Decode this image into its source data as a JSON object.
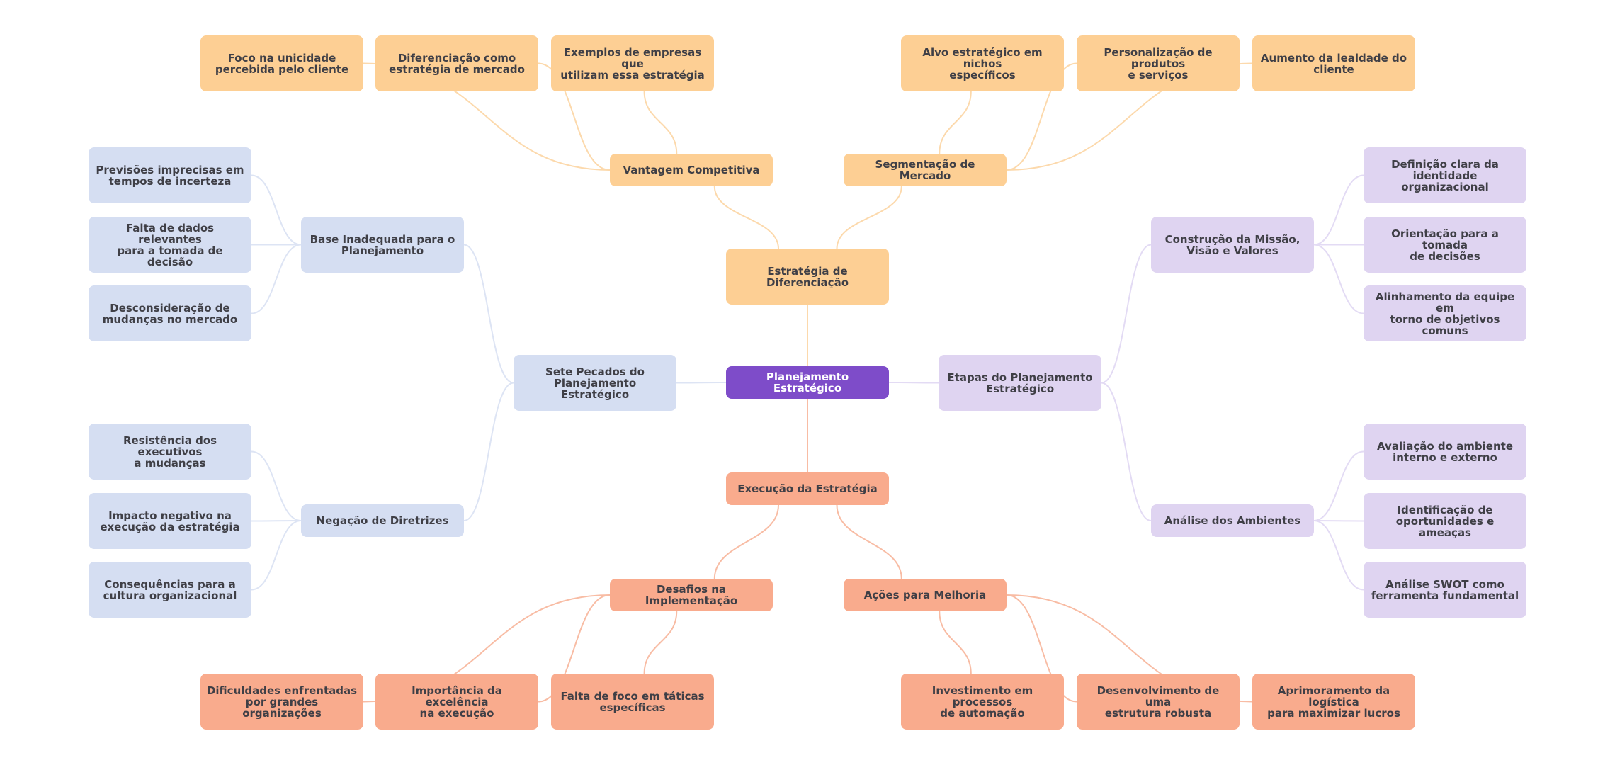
{
  "diagram": {
    "type": "mind-map",
    "colors": {
      "root": "#7E4CC9",
      "orange": "#FDCF94",
      "orange_edge": "#FCD9AC",
      "salmon": "#F9AB8D",
      "salmon_edge": "#F8BCA4",
      "blue": "#D5DEF2",
      "blue_edge": "#DDE4F4",
      "lavender": "#DFD4F1",
      "lavender_edge": "#E3DBF4",
      "text": "#3F3F46",
      "root_text": "#FFFFFF"
    },
    "root": {
      "id": "root",
      "label": "Planejamento Estratégico"
    },
    "nodes": [
      {
        "id": "dif",
        "parent": "root",
        "color": "orange",
        "label": "Estratégia de\nDiferenciação"
      },
      {
        "id": "vant",
        "parent": "dif",
        "color": "orange",
        "label": "Vantagem Competitiva"
      },
      {
        "id": "foco",
        "parent": "vant",
        "color": "orange",
        "label": "Foco na unicidade\npercebida pelo cliente"
      },
      {
        "id": "difmerc",
        "parent": "vant",
        "color": "orange",
        "label": "Diferenciação como\nestratégia de mercado"
      },
      {
        "id": "exemplos",
        "parent": "vant",
        "color": "orange",
        "label": "Exemplos de empresas que\nutilizam essa estratégia"
      },
      {
        "id": "seg",
        "parent": "dif",
        "color": "orange",
        "label": "Segmentação de Mercado"
      },
      {
        "id": "alvo",
        "parent": "seg",
        "color": "orange",
        "label": "Alvo estratégico em nichos\nespecíficos"
      },
      {
        "id": "pers",
        "parent": "seg",
        "color": "orange",
        "label": "Personalização de produtos\ne serviços"
      },
      {
        "id": "lealdade",
        "parent": "seg",
        "color": "orange",
        "label": "Aumento da lealdade do\ncliente"
      },
      {
        "id": "sete",
        "parent": "root",
        "color": "blue",
        "label": "Sete Pecados do\nPlanejamento Estratégico"
      },
      {
        "id": "base",
        "parent": "sete",
        "color": "blue",
        "label": "Base Inadequada para o\nPlanejamento"
      },
      {
        "id": "previsoes",
        "parent": "base",
        "color": "blue",
        "label": "Previsões imprecisas em\ntempos de incerteza"
      },
      {
        "id": "faltadados",
        "parent": "base",
        "color": "blue",
        "label": "Falta de dados relevantes\npara a tomada de decisão"
      },
      {
        "id": "descons",
        "parent": "base",
        "color": "blue",
        "label": "Desconsideração de\nmudanças no mercado"
      },
      {
        "id": "negacao",
        "parent": "sete",
        "color": "blue",
        "label": "Negação de Diretrizes"
      },
      {
        "id": "resist",
        "parent": "negacao",
        "color": "blue",
        "label": "Resistência dos executivos\na mudanças"
      },
      {
        "id": "impacto",
        "parent": "negacao",
        "color": "blue",
        "label": "Impacto negativo na\nexecução da estratégia"
      },
      {
        "id": "conseq",
        "parent": "negacao",
        "color": "blue",
        "label": "Consequências para a\ncultura organizacional"
      },
      {
        "id": "etapas",
        "parent": "root",
        "color": "lavender",
        "label": "Etapas do Planejamento\nEstratégico"
      },
      {
        "id": "constr",
        "parent": "etapas",
        "color": "lavender",
        "label": "Construção da Missão,\nVisão e Valores"
      },
      {
        "id": "definicao",
        "parent": "constr",
        "color": "lavender",
        "label": "Definição clara da\nidentidade organizacional"
      },
      {
        "id": "orient",
        "parent": "constr",
        "color": "lavender",
        "label": "Orientação para a tomada\nde decisões"
      },
      {
        "id": "alinh",
        "parent": "constr",
        "color": "lavender",
        "label": "Alinhamento da equipe em\ntorno de objetivos comuns"
      },
      {
        "id": "analise",
        "parent": "etapas",
        "color": "lavender",
        "label": "Análise dos Ambientes"
      },
      {
        "id": "avaliacao",
        "parent": "analise",
        "color": "lavender",
        "label": "Avaliação do ambiente\ninterno e externo"
      },
      {
        "id": "identif",
        "parent": "analise",
        "color": "lavender",
        "label": "Identificação de\noportunidades e ameaças"
      },
      {
        "id": "swot",
        "parent": "analise",
        "color": "lavender",
        "label": "Análise SWOT como\nferramenta fundamental"
      },
      {
        "id": "exec",
        "parent": "root",
        "color": "salmon",
        "label": "Execução da Estratégia"
      },
      {
        "id": "desafios",
        "parent": "exec",
        "color": "salmon",
        "label": "Desafios na Implementação"
      },
      {
        "id": "dificuld",
        "parent": "desafios",
        "color": "salmon",
        "label": "Dificuldades enfrentadas\npor grandes organizações"
      },
      {
        "id": "import",
        "parent": "desafios",
        "color": "salmon",
        "label": "Importância da excelência\nna execução"
      },
      {
        "id": "faltafoco",
        "parent": "desafios",
        "color": "salmon",
        "label": "Falta de foco em táticas\nespecíficas"
      },
      {
        "id": "acoes",
        "parent": "exec",
        "color": "salmon",
        "label": "Ações para Melhoria"
      },
      {
        "id": "invest",
        "parent": "acoes",
        "color": "salmon",
        "label": "Investimento em processos\nde automação"
      },
      {
        "id": "desenv",
        "parent": "acoes",
        "color": "salmon",
        "label": "Desenvolvimento de uma\nestrutura robusta"
      },
      {
        "id": "aprim",
        "parent": "acoes",
        "color": "salmon",
        "label": "Aprimoramento da logística\npara maximizar lucros"
      }
    ]
  }
}
